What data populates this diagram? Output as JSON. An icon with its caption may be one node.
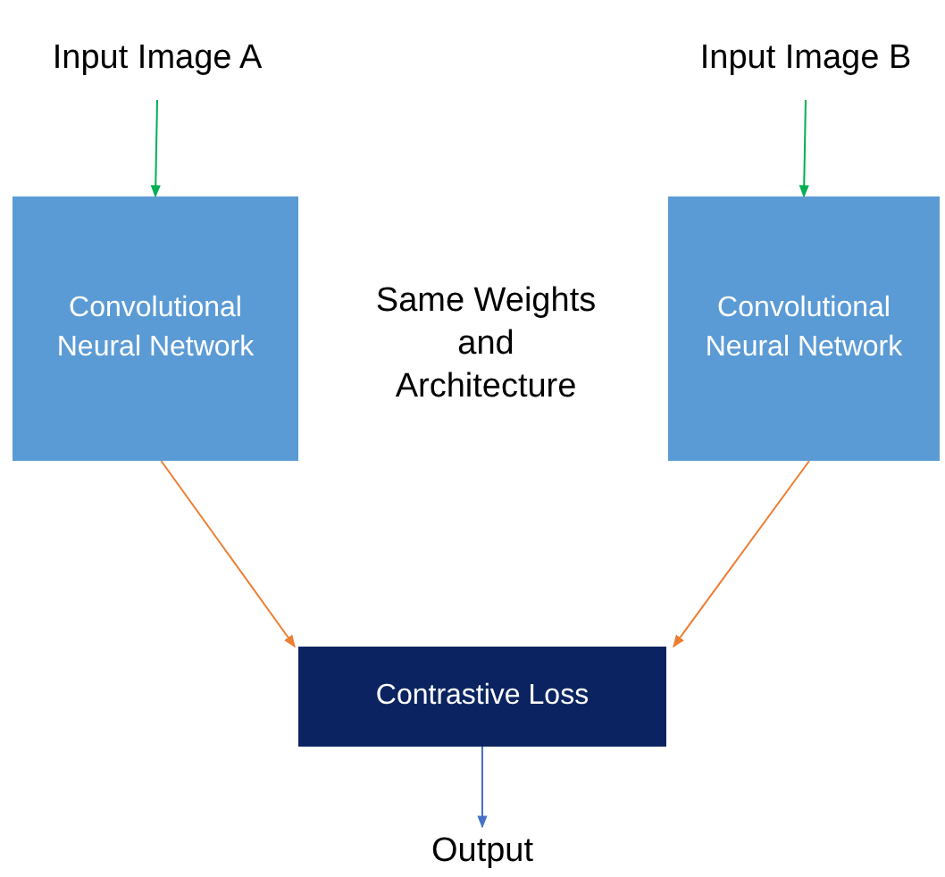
{
  "diagram": {
    "nodes": [
      {
        "text": [
          "Input Image A"
        ]
      },
      {
        "text": [
          "Convolutional Neural Network"
        ]
      },
      {
        "text": [
          "Input Image B"
        ]
      },
      {
        "text": [
          "Convolutional Neural Network"
        ]
      },
      {
        "text": [
          "Contrastive Loss"
        ]
      },
      {
        "text": [
          "Output"
        ]
      }
    ],
    "edges": [
      {
        "from": 0,
        "to": 1,
        "arrow": "to",
        "color": "#00b050"
      },
      {
        "from": 2,
        "to": 3,
        "arrow": "to",
        "color": "#00b050"
      },
      {
        "from": 1,
        "to": 4,
        "arrow": "to",
        "color": "#ed7d31"
      },
      {
        "from": 3,
        "to": 4,
        "arrow": "to",
        "color": "#ed7d31"
      },
      {
        "from": 4,
        "to": 5,
        "arrow": "to",
        "color": "#4472c4"
      }
    ],
    "labels": [
      "Same Weights and Architecture"
    ]
  }
}
